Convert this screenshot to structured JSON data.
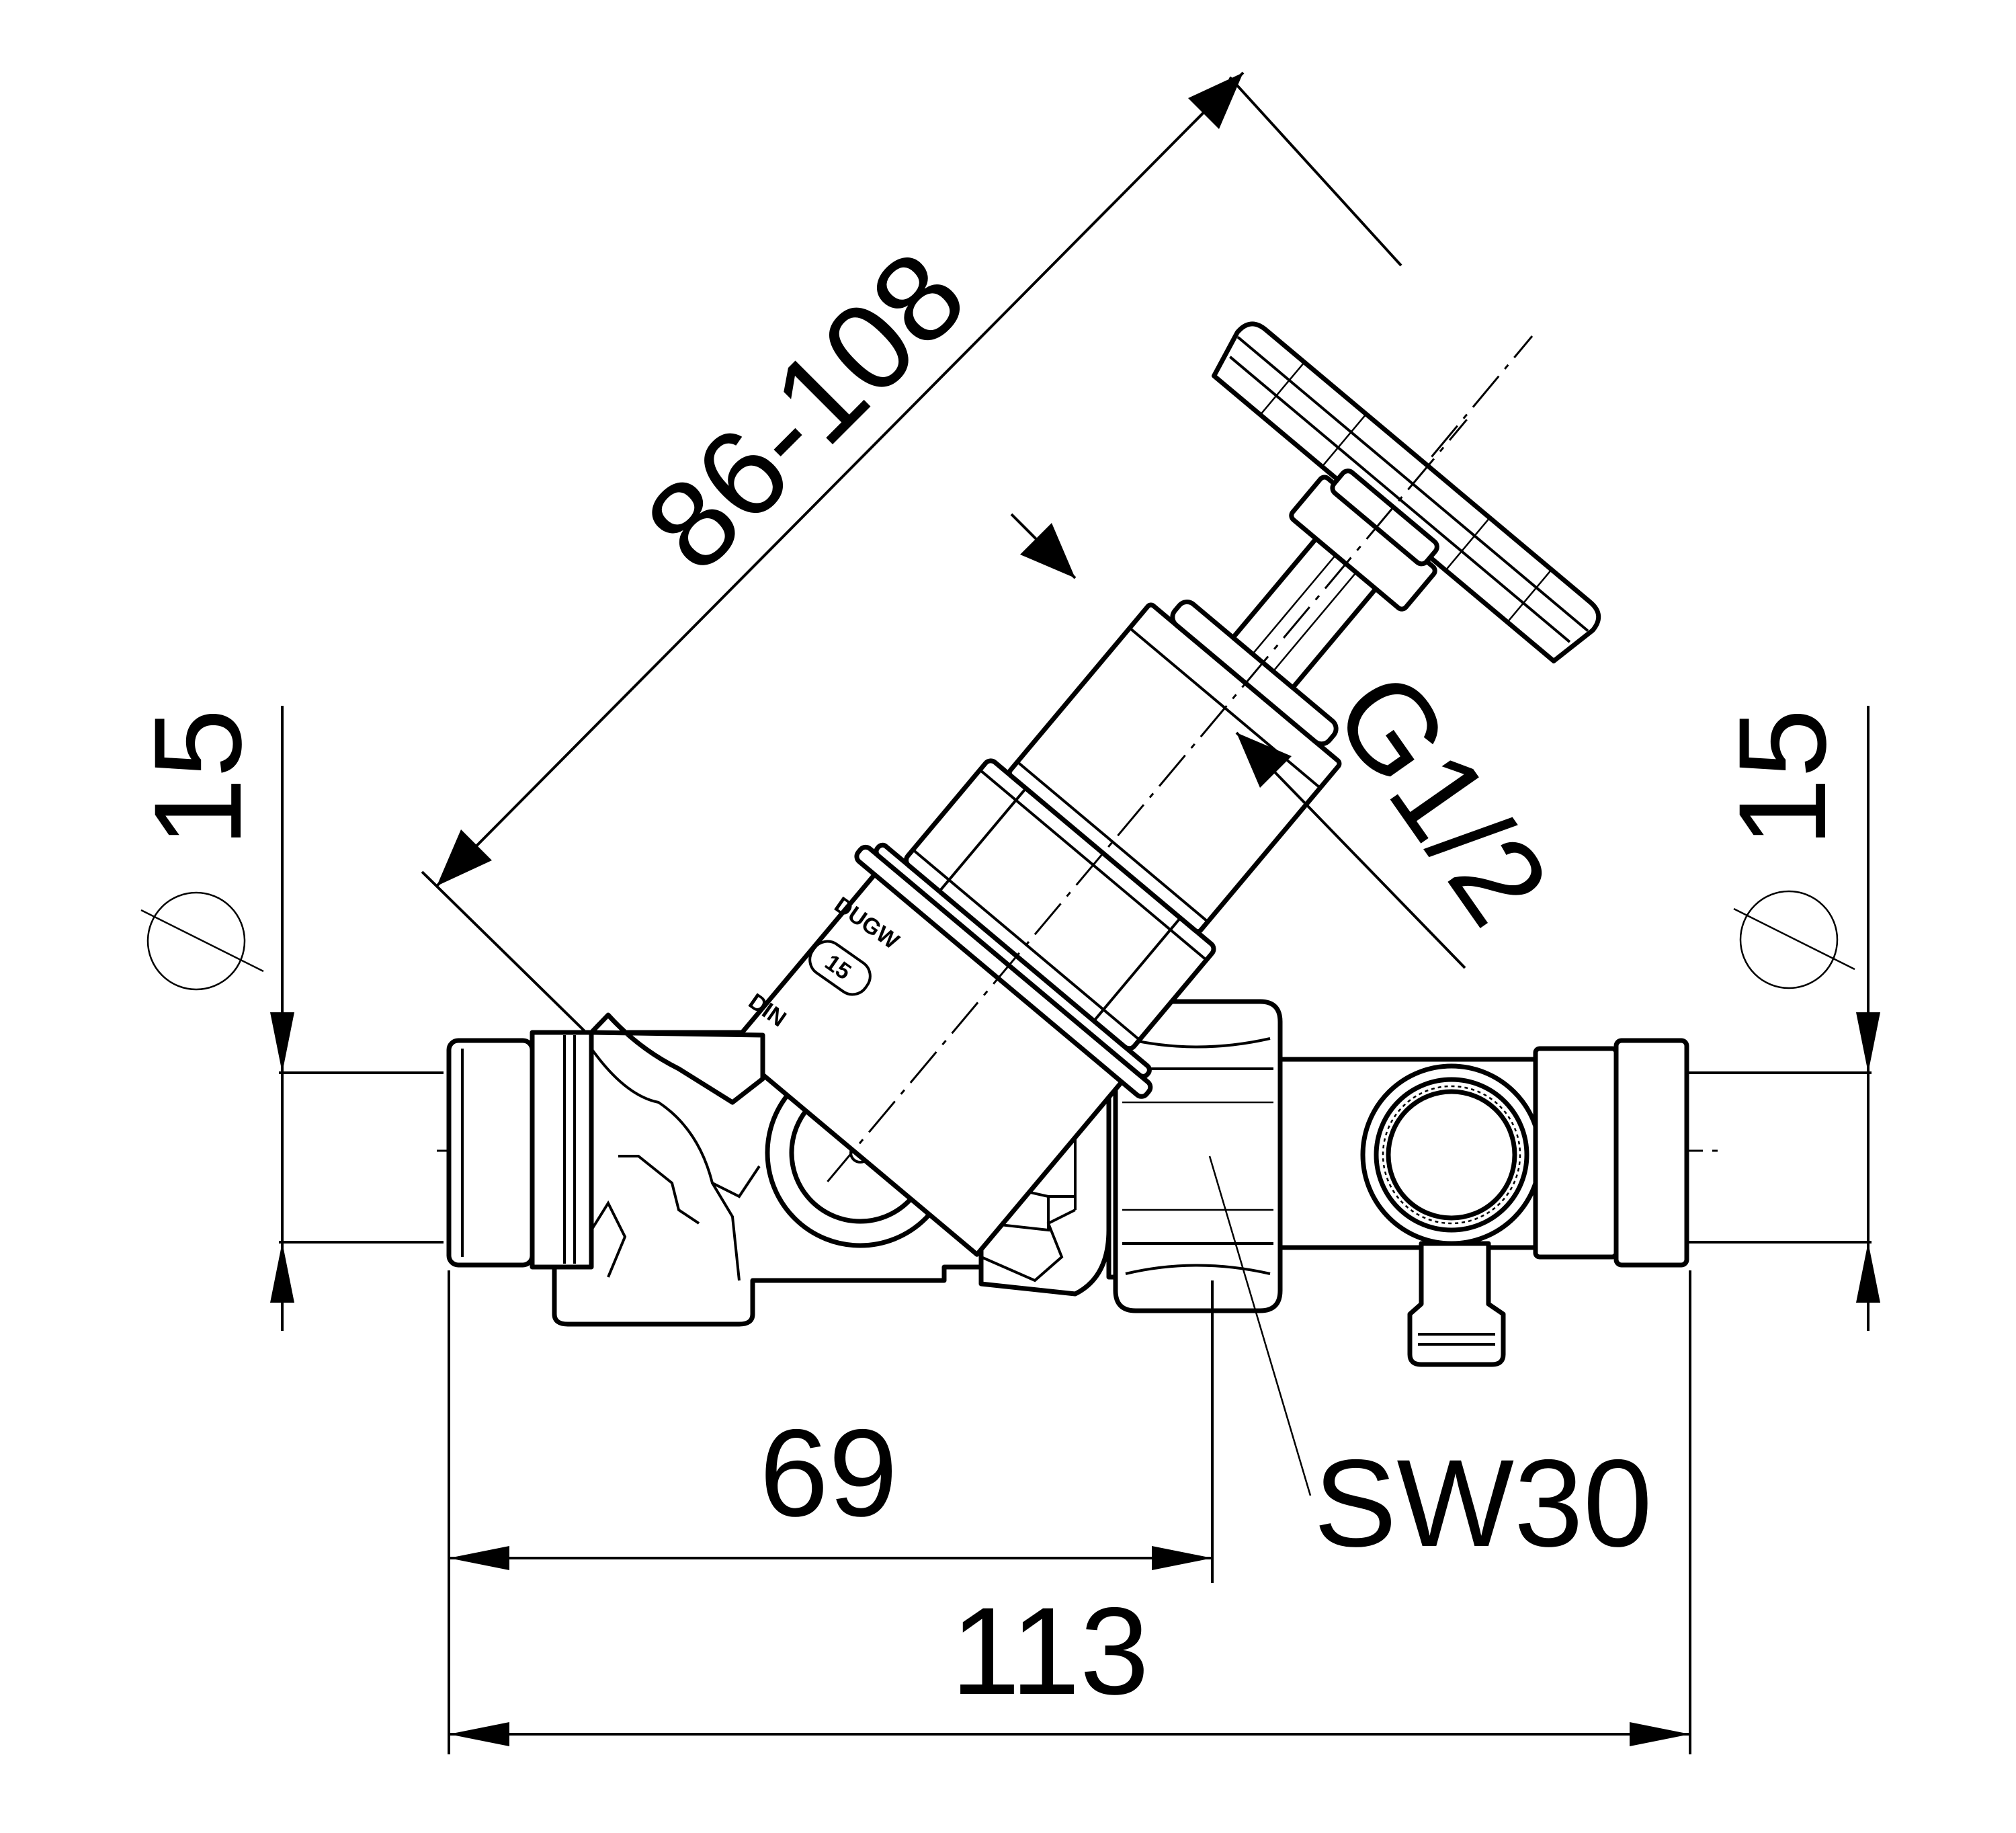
{
  "dimensions": {
    "pipe_diameter_left": "15",
    "pipe_diameter_right": "15",
    "spindle_length": "86-108",
    "thread_size": "G1/2",
    "inlet_to_union": "69",
    "overall_length": "113",
    "wrench_size": "SW30"
  },
  "body_markings": {
    "brand": "DUGW",
    "nominal_size": "15",
    "standard": "DIN"
  },
  "icons": {
    "diameter_symbol": "diameter-symbol-icon",
    "dimension_arrow": "arrowhead-icon"
  }
}
